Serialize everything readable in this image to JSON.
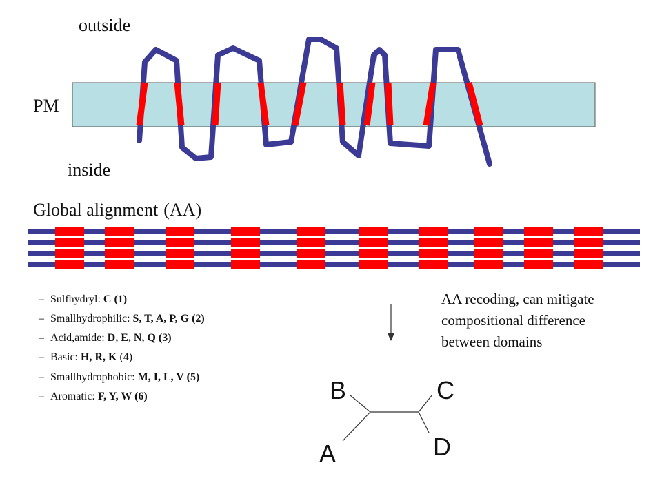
{
  "labels": {
    "outside": "outside",
    "inside": "inside",
    "membrane": "PM"
  },
  "alignment": {
    "title": "Global alignment",
    "title_suffix": "(AA)",
    "row_count": 4,
    "block_count": 10
  },
  "recoding": {
    "groups": [
      {
        "bullet": "–",
        "name": "Sulfhydryl:",
        "members": "C (1)"
      },
      {
        "bullet": "–",
        "name": "Smallhydrophilic:",
        "members": "S, T, A, P, G (2)"
      },
      {
        "bullet": "–",
        "name": "Acid,amide:",
        "members": "D, E, N, Q (3)"
      },
      {
        "bullet": "–",
        "name": "Basic:",
        "members": "H, R, K",
        "suffix": " (4)"
      },
      {
        "bullet": "–",
        "name": "Smallhydrophobic:",
        "members": "M, I, L, V (5)"
      },
      {
        "bullet": "–",
        "name": "Aromatic:",
        "members": "F, Y, W (6)"
      }
    ],
    "note_lines": [
      "AA recoding, can mitigate",
      "compositional difference",
      "between domains"
    ]
  },
  "tree": {
    "taxa": {
      "a": "A",
      "b": "B",
      "c": "C",
      "d": "D"
    }
  },
  "colors": {
    "membrane_fill": "#b8dfe3",
    "membrane_stroke": "#555555",
    "chain": "#3b3b96",
    "helix": "#ff0000",
    "line": "#333333"
  }
}
